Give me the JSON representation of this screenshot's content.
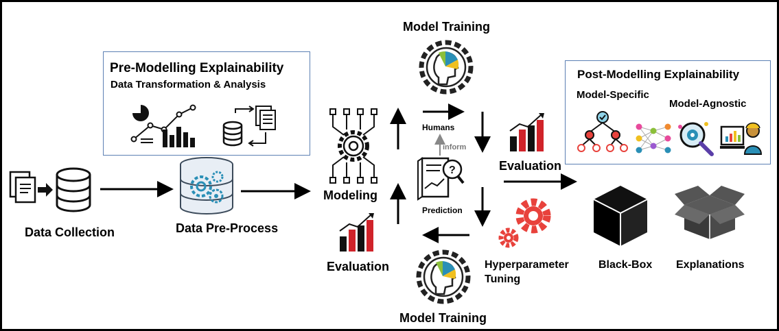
{
  "pre_modelling": {
    "title": "Pre-Modelling Explainability",
    "subtitle": "Data Transformation & Analysis"
  },
  "post_modelling": {
    "title": "Post-Modelling Explainability",
    "model_specific": "Model-Specific",
    "model_agnostic": "Model-Agnostic"
  },
  "stages": {
    "data_collection": "Data Collection",
    "data_preprocess": "Data Pre-Process",
    "modeling": "Modeling",
    "evaluation_left": "Evaluation",
    "model_training_top": "Model Training",
    "model_training_bottom": "Model Training",
    "humans": "Humans",
    "inform": "inform",
    "prediction": "Prediction",
    "evaluation_right": "Evaluation",
    "hyperparameter_line1": "Hyperparameter",
    "hyperparameter_line2": "Tuning",
    "black_box": "Black-Box",
    "explanations": "Explanations"
  },
  "colors": {
    "box_border": "#5b7fb3",
    "gear_red": "#e8423c",
    "bar_red": "#d0232a",
    "bar_dark": "#1a1a1a",
    "accent_teal": "#2a8fb6",
    "accent_yellow": "#f0c020"
  }
}
